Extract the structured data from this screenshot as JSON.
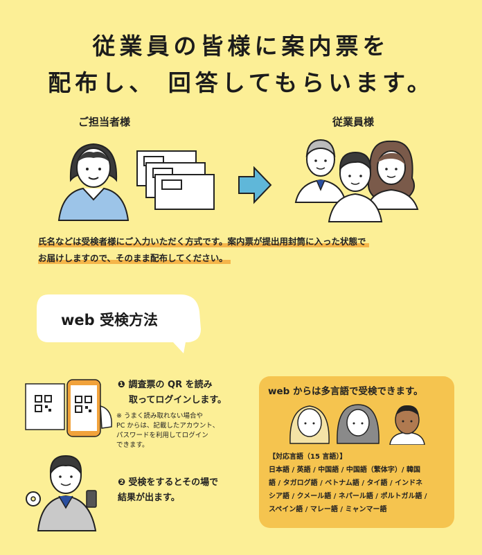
{
  "header": {
    "line1": "従業員の皆様に案内票を",
    "line2": "配布し、 回答してもらいます。"
  },
  "roles": {
    "left": "ご担当者様",
    "right": "従業員様"
  },
  "note": {
    "line1": "氏名などは受検者様にご入力いただく方式です。案内票が提出用封筒に入った状態で",
    "line2": "お届けしますので、そのまま配布してください。"
  },
  "web_section": {
    "title": "web 受検方法"
  },
  "steps": {
    "step1_line1": "❶ 調査票の QR を読み",
    "step1_line2": "取ってログインします。",
    "step1_note1": "※ うまく読み取れない場合や",
    "step1_note2": "PC からは、記載したアカウント、",
    "step1_note3": "パスワードを利用してログイン",
    "step1_note4": "できます。",
    "step2_line1": "❷ 受検をするとその場で",
    "step2_line2": "結果が出ます。"
  },
  "languages": {
    "title": "web からは多言語で受検できます。",
    "header": "【対応言語（15 言語）】",
    "lines": [
      "日本語 / 英語 / 中国語 / 中国語（繁体字）/ 韓国",
      "語 / タガログ語 / ベトナム語 / タイ語 / インドネ",
      "シア語 / クメール語 / ネパール語 / ポルトガル語 /",
      "スペイン語 / マレー語 / ミャンマー語"
    ]
  },
  "colors": {
    "background": "#fcef96",
    "accent_orange": "#f5b54a",
    "language_box": "#f5c44f",
    "arrow": "#5fb7d9",
    "phone": "#f1a23b",
    "suit": "#9cc4e8"
  }
}
